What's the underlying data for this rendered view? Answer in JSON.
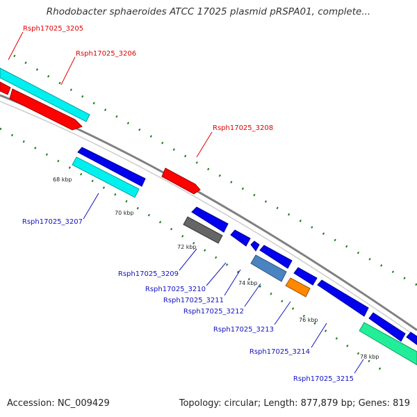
{
  "title": "Rhodobacter sphaeroides ATCC 17025 plasmid pRSPA01, complete...",
  "footer": {
    "accession": "Accession: NC_009429",
    "topology": "Topology: circular; Length: 877,879 bp; Genes: 819"
  },
  "colors": {
    "forward_gene": "#ff0000",
    "reverse_gene": "#0000ee",
    "cyan_gene": "#00f0f0",
    "gray_gene": "#666666",
    "steel_gene": "#4a84c0",
    "orange_gene": "#ff8800",
    "green_gene": "#22ee99",
    "backbone": "#808080",
    "tick_marks": "#1a7a1a"
  },
  "tick_labels": [
    "68 kbp",
    "70 kbp",
    "72 kbp",
    "74 kbp",
    "76 kbp",
    "78 kbp"
  ],
  "top_labels": [
    "Rsph17025_3205",
    "Rsph17025_3206",
    "Rsph17025_3208"
  ],
  "bottom_labels": [
    "Rsph17025_3207",
    "Rsph17025_3209",
    "Rsph17025_3210",
    "Rsph17025_3211",
    "Rsph17025_3212",
    "Rsph17025_3213",
    "Rsph17025_3214",
    "Rsph17025_3215"
  ]
}
